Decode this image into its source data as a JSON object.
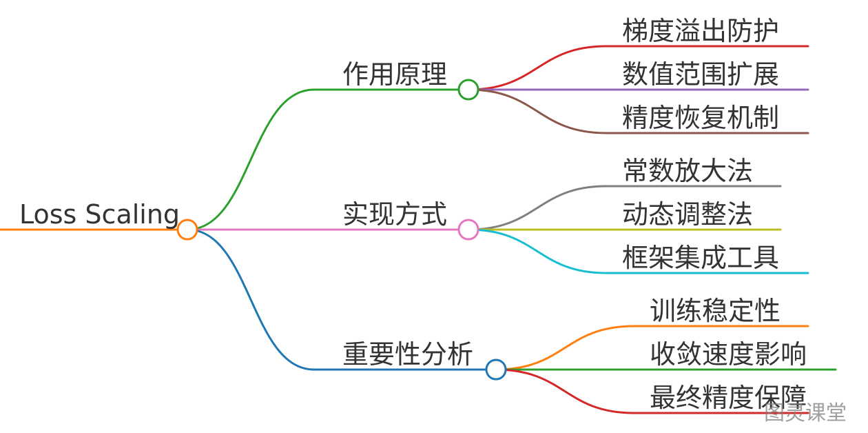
{
  "mindmap": {
    "root": {
      "label": "Loss Scaling",
      "color": "#ff7f0e"
    },
    "branches": [
      {
        "label": "作用原理",
        "color": "#2ca02c",
        "children": [
          {
            "label": "梯度溢出防护",
            "color": "#d62728"
          },
          {
            "label": "数值范围扩展",
            "color": "#9467bd"
          },
          {
            "label": "精度恢复机制",
            "color": "#8c564b"
          }
        ]
      },
      {
        "label": "实现方式",
        "color": "#e377c2",
        "children": [
          {
            "label": "常数放大法",
            "color": "#7f7f7f"
          },
          {
            "label": "动态调整法",
            "color": "#bcbd22"
          },
          {
            "label": "框架集成工具",
            "color": "#17becf"
          }
        ]
      },
      {
        "label": "重要性分析",
        "color": "#1f77b4",
        "children": [
          {
            "label": "训练稳定性",
            "color": "#ff7f0e"
          },
          {
            "label": "收敛速度影响",
            "color": "#2ca02c"
          },
          {
            "label": "最终精度保障",
            "color": "#d62728"
          }
        ]
      }
    ]
  },
  "watermark": "图灵课堂"
}
